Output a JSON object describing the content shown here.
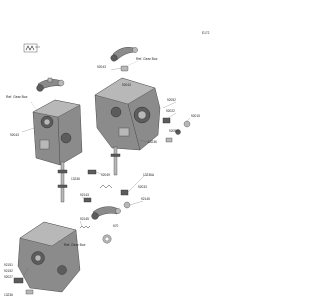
{
  "diagram": {
    "code": "E172",
    "reference_labels": [
      "Ref. Gear Box",
      "Ref. Gear Box",
      "Ref. Gear Box"
    ],
    "part_numbers": [
      "92043",
      "92043",
      "92043",
      "92052",
      "92022",
      "92081",
      "92015",
      "13236",
      "13236A",
      "92049",
      "92143",
      "92033",
      "92145",
      "92145",
      "13236",
      "670",
      "92151",
      "92152",
      "92027",
      "13236"
    ]
  }
}
